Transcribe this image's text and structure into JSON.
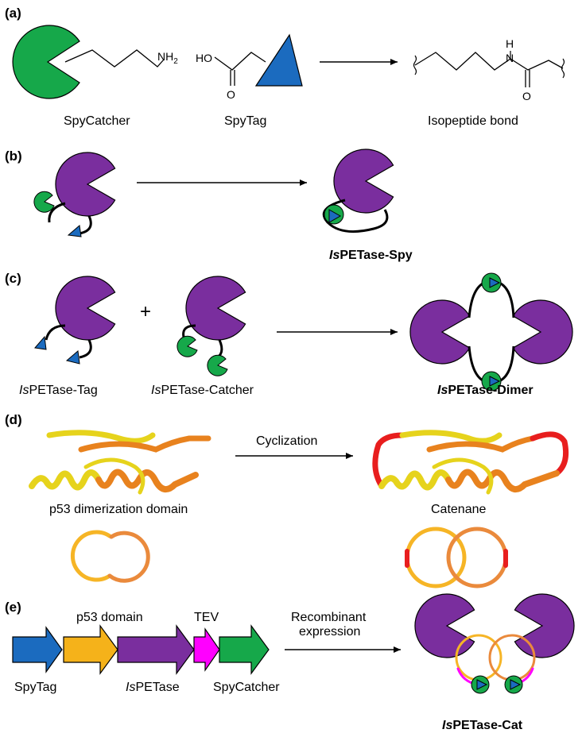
{
  "colors": {
    "catcher": "#16a84a",
    "tag": "#1b6bbf",
    "enzyme": "#7a2e9e",
    "p53": "#f5b21a",
    "tev": "#ff00ff",
    "helix_yellow": "#e6d31c",
    "helix_orange": "#e8821e",
    "linker_red": "#e81e1e",
    "ring_yellow": "#f6b526",
    "ring_orange": "#ea8a3c"
  },
  "panels": {
    "a": {
      "letter": "(a)",
      "catcher_label": "SpyCatcher",
      "tag_label": "SpyTag",
      "product_label": "Isopeptide bond",
      "nh2": "NH",
      "nh2_sub": "2",
      "ho": "HO",
      "o1": "O",
      "h": "H",
      "n": "N",
      "o2": "O"
    },
    "b": {
      "letter": "(b)",
      "product_italic": "Is",
      "product_rest": "PETase-Spy"
    },
    "c": {
      "letter": "(c)",
      "plus": "+",
      "tag_italic": "Is",
      "tag_rest": "PETase-Tag",
      "catcher_italic": "Is",
      "catcher_rest": "PETase-Catcher",
      "dimer_italic": "Is",
      "dimer_rest": "PETase-Dimer"
    },
    "d": {
      "letter": "(d)",
      "arrow_label": "Cyclization",
      "left_label": "p53 dimerization domain",
      "right_label": "Catenane"
    },
    "e": {
      "letter": "(e)",
      "p53_label": "p53 domain",
      "tev_label": "TEV",
      "expr_line1": "Recombinant",
      "expr_line2": "expression",
      "spytag_label": "SpyTag",
      "ispetase_italic": "Is",
      "ispetase_rest": "PETase",
      "spycatcher_label": "SpyCatcher",
      "cat_italic": "Is",
      "cat_rest": "PETase-Cat"
    }
  }
}
